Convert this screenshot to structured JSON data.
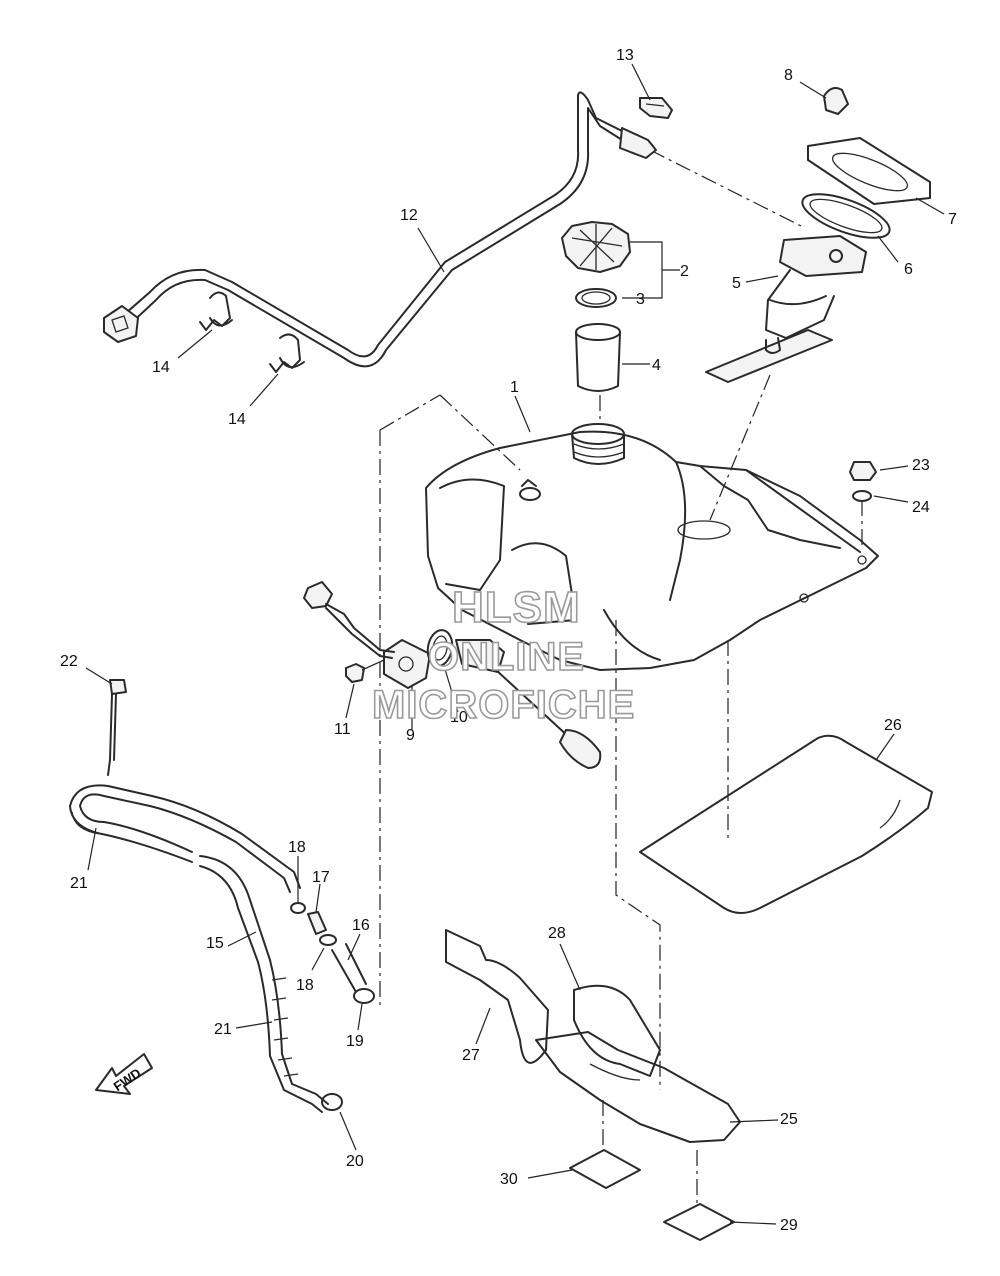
{
  "watermark": {
    "line1": "HLSM",
    "line2": "ONLINE",
    "line3": "MICROFICHE"
  },
  "fwd_label": "FWD",
  "callouts": [
    {
      "id": "c1",
      "text": "1"
    },
    {
      "id": "c2",
      "text": "2"
    },
    {
      "id": "c3",
      "text": "3"
    },
    {
      "id": "c4",
      "text": "4"
    },
    {
      "id": "c5",
      "text": "5"
    },
    {
      "id": "c6",
      "text": "6"
    },
    {
      "id": "c7",
      "text": "7"
    },
    {
      "id": "c8",
      "text": "8"
    },
    {
      "id": "c9",
      "text": "9"
    },
    {
      "id": "c10",
      "text": "10"
    },
    {
      "id": "c11",
      "text": "11"
    },
    {
      "id": "c12",
      "text": "12"
    },
    {
      "id": "c13",
      "text": "13"
    },
    {
      "id": "c14a",
      "text": "14"
    },
    {
      "id": "c14b",
      "text": "14"
    },
    {
      "id": "c15",
      "text": "15"
    },
    {
      "id": "c16",
      "text": "16"
    },
    {
      "id": "c17",
      "text": "17"
    },
    {
      "id": "c18a",
      "text": "18"
    },
    {
      "id": "c18b",
      "text": "18"
    },
    {
      "id": "c19",
      "text": "19"
    },
    {
      "id": "c20",
      "text": "20"
    },
    {
      "id": "c21a",
      "text": "21"
    },
    {
      "id": "c21b",
      "text": "21"
    },
    {
      "id": "c22",
      "text": "22"
    },
    {
      "id": "c23",
      "text": "23"
    },
    {
      "id": "c24",
      "text": "24"
    },
    {
      "id": "c25",
      "text": "25"
    },
    {
      "id": "c26",
      "text": "26"
    },
    {
      "id": "c27",
      "text": "27"
    },
    {
      "id": "c28",
      "text": "28"
    },
    {
      "id": "c29",
      "text": "29"
    },
    {
      "id": "c30",
      "text": "30"
    }
  ]
}
